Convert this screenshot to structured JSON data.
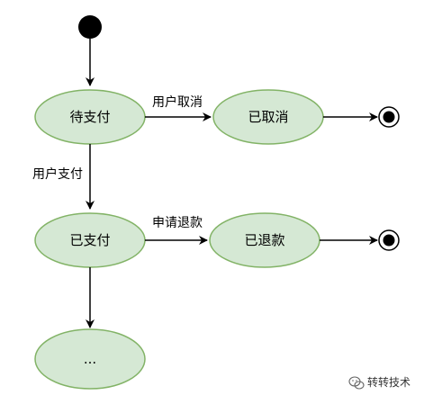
{
  "diagram": {
    "states": {
      "pending_payment": "待支付",
      "cancelled": "已取消",
      "paid": "已支付",
      "refunded": "已退款",
      "more": "..."
    },
    "transitions": {
      "user_cancel": "用户取消",
      "user_pay": "用户支付",
      "apply_refund": "申请退款"
    },
    "colors": {
      "state_fill": "#d5e8d4",
      "state_stroke": "#82b366",
      "line": "#000000"
    }
  },
  "watermark": {
    "icon": "wechat-icon",
    "text": "转转技术"
  }
}
